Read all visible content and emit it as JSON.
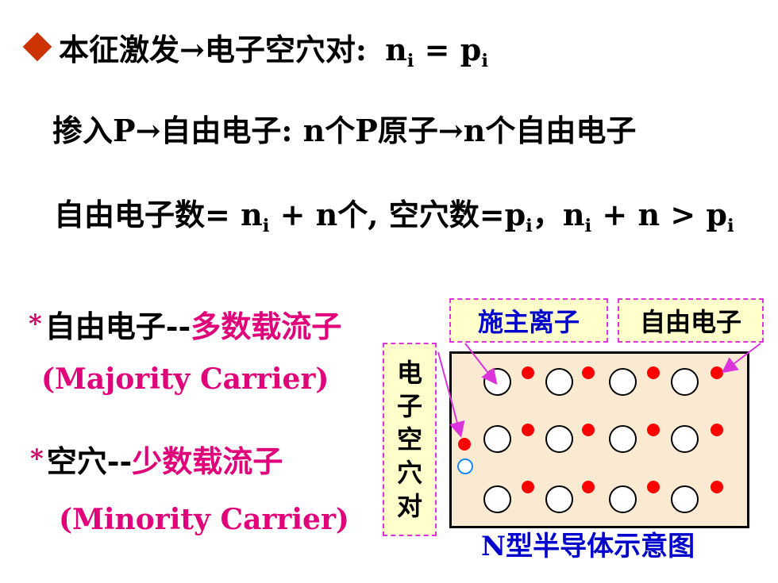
{
  "line1": {
    "text": "本征激发→电子空穴对:",
    "n": "n",
    "n_sub": "i",
    "eq": " = ",
    "p": "p",
    "p_sub": "i"
  },
  "line2": {
    "text": "掺入P→自由电子: n个P原子→n个自由电子"
  },
  "line3": {
    "part1": "自由电子数= n",
    "sub1": "i",
    "part2": " + n个, 空穴数=p",
    "sub2": "i",
    "part3": "，n",
    "sub3": "i",
    "part4": " + n > p",
    "sub4": "i"
  },
  "majority": {
    "star": "*",
    "prefix": "自由电子--",
    "term": "多数载流子",
    "english": "(Majority Carrier)"
  },
  "minority": {
    "star": "*",
    "prefix": "空穴--",
    "term": "少数载流子",
    "english": "(Minority Carrier)"
  },
  "diagram": {
    "donor_label": "施主离子",
    "free_electron_label": "自由电子",
    "pair_label_chars": [
      "电",
      "子",
      "空",
      "穴",
      "对"
    ],
    "caption": "N型半导体示意图"
  },
  "colors": {
    "accent_magenta": "#e0007a",
    "label_border": "#dd33dd",
    "label_bg": "#ffffcc",
    "crystal_bg": "#fbead2",
    "electron": "#ff0000",
    "hole": "#1e88e5",
    "caption_blue": "#0000cc",
    "diamond": "#cc3300"
  }
}
